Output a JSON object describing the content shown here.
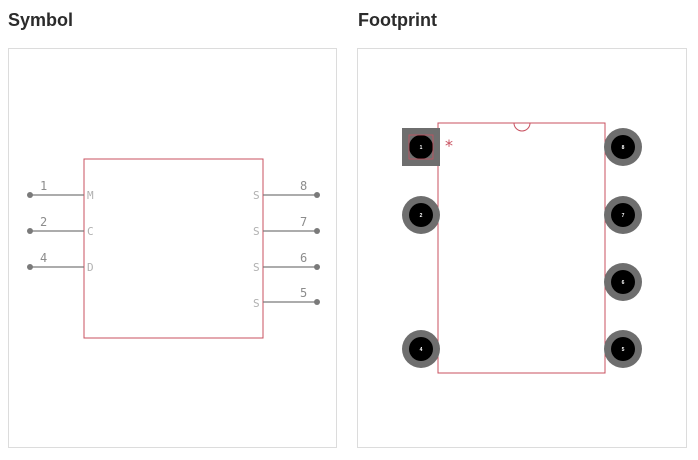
{
  "symbol": {
    "title": "Symbol",
    "left_pins": [
      {
        "number": "1",
        "label": "M"
      },
      {
        "number": "2",
        "label": "C"
      },
      {
        "number": "4",
        "label": "D"
      }
    ],
    "right_pins": [
      {
        "number": "8",
        "label": "S"
      },
      {
        "number": "7",
        "label": "S"
      },
      {
        "number": "6",
        "label": "S"
      },
      {
        "number": "5",
        "label": "S"
      }
    ]
  },
  "footprint": {
    "title": "Footprint",
    "pin1_marker": "*",
    "left_pads": [
      {
        "number": "1",
        "shape": "square"
      },
      {
        "number": "2",
        "shape": "round"
      },
      {
        "number": "4",
        "shape": "round"
      }
    ],
    "right_pads": [
      {
        "number": "8"
      },
      {
        "number": "7"
      },
      {
        "number": "6"
      },
      {
        "number": "5"
      }
    ]
  },
  "colors": {
    "outline": "#c8505f",
    "pin_line": "#7a7a7a",
    "pad_ring": "#6e6e6e",
    "pad_core": "#000000"
  }
}
